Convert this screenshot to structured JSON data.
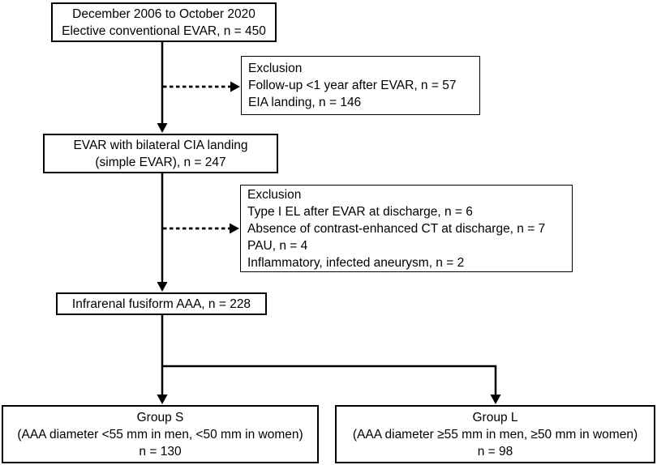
{
  "colors": {
    "background": "#ffffff",
    "line": "#000000",
    "box_border": "#000000",
    "text": "#000000"
  },
  "flowchart": {
    "enrollment_box": {
      "lines": [
        "December 2006 to October 2020",
        "Elective conventional EVAR, n = 450"
      ]
    },
    "exclusion1_box": {
      "lines": [
        "Exclusion",
        "Follow-up <1 year after EVAR, n = 57",
        "EIA landing, n = 146"
      ]
    },
    "simple_evar_box": {
      "lines": [
        "EVAR with bilateral CIA landing",
        "(simple EVAR), n = 247"
      ]
    },
    "exclusion2_box": {
      "lines": [
        "Exclusion",
        "Type I EL after EVAR at discharge, n = 6",
        "Absence of contrast-enhanced CT at discharge, n = 7",
        "PAU, n = 4",
        "Inflammatory, infected aneurysm, n = 2"
      ]
    },
    "aaa_box": {
      "lines": [
        "Infrarenal fusiform AAA, n = 228"
      ]
    },
    "group_s_box": {
      "lines": [
        "Group S",
        "(AAA diameter <55 mm in men, <50 mm in women)",
        "n = 130"
      ]
    },
    "group_l_box": {
      "lines": [
        "Group L",
        "(AAA diameter ≥55 mm in men, ≥50 mm in women)",
        "n = 98"
      ]
    }
  }
}
